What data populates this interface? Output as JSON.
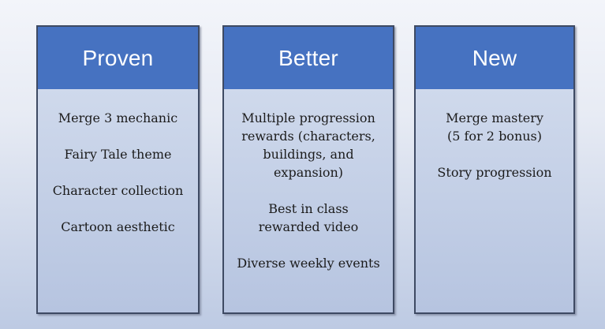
{
  "slide": {
    "columns": [
      {
        "header": "Proven",
        "items": [
          "Merge 3 mechanic",
          "Fairy Tale theme",
          "Character collection",
          "Cartoon aesthetic"
        ]
      },
      {
        "header": "Better",
        "items": [
          "Multiple progression\nrewards (characters,\nbuildings, and\nexpansion)",
          "Best in class\nrewarded video",
          "Diverse weekly events"
        ]
      },
      {
        "header": "New",
        "items": [
          "Merge mastery\n(5 for 2 bonus)",
          "Story progression"
        ]
      }
    ]
  },
  "colors": {
    "header_bg": "#4672C1",
    "header_text": "#FFFFFF",
    "card_border": "#3E4A63",
    "card_body_top": "#D6DFEF",
    "card_body_bottom": "#B6C4E0",
    "bg_top": "#F3F5FA",
    "bg_bottom": "#BDCAE3",
    "body_text": "#1B1B1B"
  }
}
